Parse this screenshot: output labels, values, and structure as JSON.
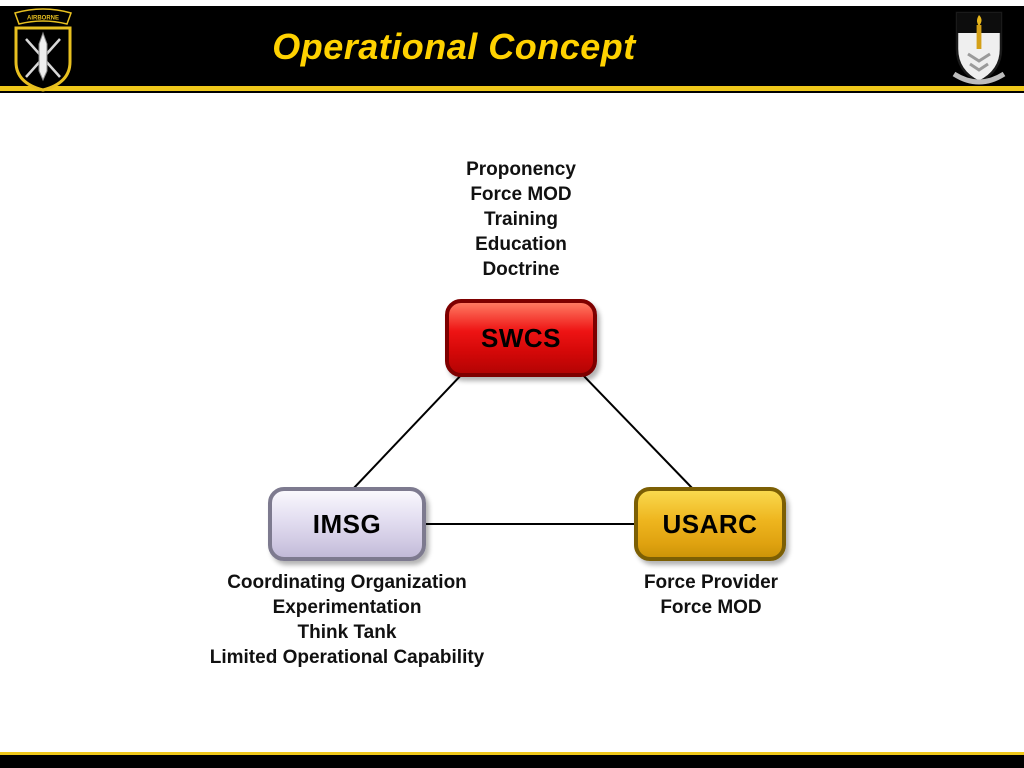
{
  "slide": {
    "title": "Operational Concept",
    "title_color": "#FFD200",
    "header_bg": "#000000",
    "accent_color": "#EFC81A"
  },
  "header": {
    "left_logo": {
      "icon": "airborne-patch-icon",
      "tab_text": "AIRBORNE"
    },
    "right_logo": {
      "icon": "swcs-crest-icon"
    }
  },
  "diagram": {
    "nodes": [
      {
        "id": "swcs",
        "label": "SWCS",
        "fill": "#E01010",
        "border": "#7E0000",
        "annotation_position": "above",
        "annotations": [
          "Proponency",
          "Force MOD",
          "Training",
          "Education",
          "Doctrine"
        ]
      },
      {
        "id": "imsg",
        "label": "IMSG",
        "fill": "#D9D3EA",
        "border": "#7D7A8F",
        "annotation_position": "below",
        "annotations": [
          "Coordinating Organization",
          "Experimentation",
          "Think Tank",
          "Limited Operational Capability"
        ]
      },
      {
        "id": "usarc",
        "label": "USARC",
        "fill": "#E6AC14",
        "border": "#7C5F04",
        "annotation_position": "below",
        "annotations": [
          "Force Provider",
          "Force MOD"
        ]
      }
    ],
    "edges": [
      {
        "from": "swcs",
        "to": "imsg"
      },
      {
        "from": "swcs",
        "to": "usarc"
      },
      {
        "from": "imsg",
        "to": "usarc"
      }
    ]
  }
}
